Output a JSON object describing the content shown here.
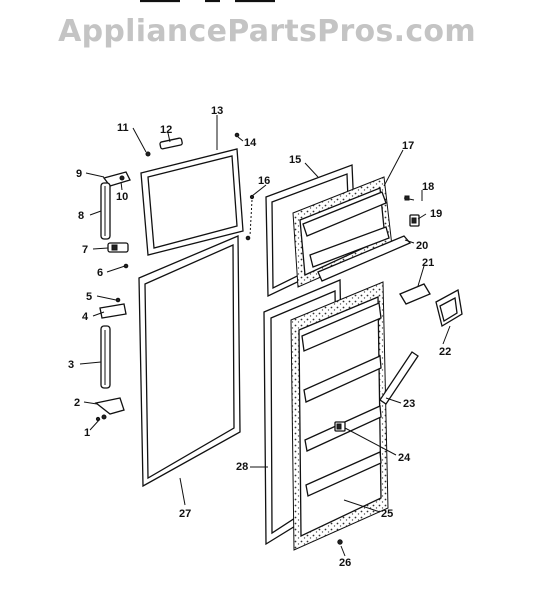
{
  "watermark": "AppliancePartsPros.com",
  "callouts": [
    {
      "id": "c1",
      "text": "1"
    },
    {
      "id": "c2",
      "text": "2"
    },
    {
      "id": "c3",
      "text": "3"
    },
    {
      "id": "c4",
      "text": "4"
    },
    {
      "id": "c5",
      "text": "5"
    },
    {
      "id": "c6",
      "text": "6"
    },
    {
      "id": "c7",
      "text": "7"
    },
    {
      "id": "c8",
      "text": "8"
    },
    {
      "id": "c9",
      "text": "9"
    },
    {
      "id": "c10",
      "text": "10"
    },
    {
      "id": "c11",
      "text": "11"
    },
    {
      "id": "c12",
      "text": "12"
    },
    {
      "id": "c13",
      "text": "13"
    },
    {
      "id": "c14",
      "text": "14"
    },
    {
      "id": "c15",
      "text": "15"
    },
    {
      "id": "c16",
      "text": "16"
    },
    {
      "id": "c17",
      "text": "17"
    },
    {
      "id": "c18",
      "text": "18"
    },
    {
      "id": "c19",
      "text": "19"
    },
    {
      "id": "c20",
      "text": "20"
    },
    {
      "id": "c21",
      "text": "21"
    },
    {
      "id": "c22",
      "text": "22"
    },
    {
      "id": "c23",
      "text": "23"
    },
    {
      "id": "c24",
      "text": "24"
    },
    {
      "id": "c25",
      "text": "25"
    },
    {
      "id": "c26",
      "text": "26"
    },
    {
      "id": "c27",
      "text": "27"
    },
    {
      "id": "c28",
      "text": "28"
    }
  ]
}
